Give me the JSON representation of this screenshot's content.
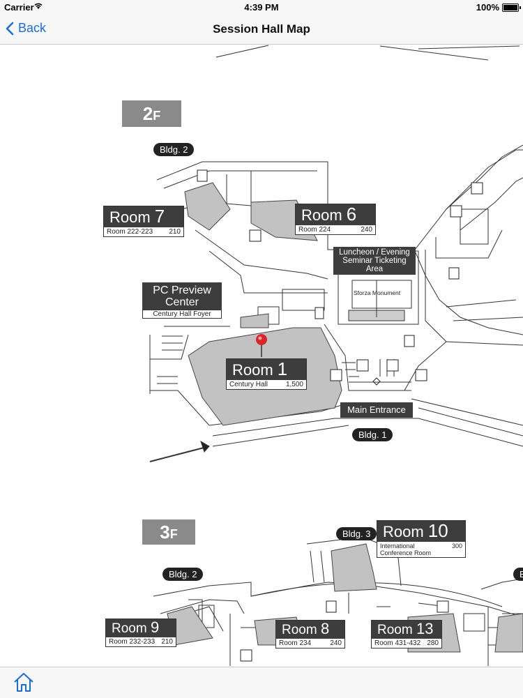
{
  "status": {
    "carrier": "Carrier",
    "time": "4:39 PM",
    "battery": "100%"
  },
  "nav": {
    "back_label": "Back",
    "title": "Session Hall Map"
  },
  "map": {
    "floor2": {
      "badge_main": "2",
      "badge_suffix": "F",
      "bldg2": "Bldg. 2",
      "room7": {
        "name": "Room ",
        "num": "7",
        "sub": "Room 222-223",
        "cap": "210"
      },
      "room6": {
        "name": "Room ",
        "num": "6",
        "sub": "Room 224",
        "cap": "240"
      },
      "luncheon": "Luncheon / Evening Seminar Ticketing Area",
      "sforza": "Sforza Monument",
      "pc_preview": "PC Preview Center",
      "century_foyer": "Century Hall Foyer",
      "room1": {
        "name": "Room ",
        "num": "1",
        "sub": "Century Hall",
        "cap": "1,500"
      },
      "main_entrance": "Main Entrance",
      "bldg1": "Bldg. 1"
    },
    "floor3": {
      "badge_main": "3",
      "badge_suffix": "F",
      "bldg3": "Bldg. 3",
      "bldg2": "Bldg. 2",
      "room10": {
        "name": "Room ",
        "num": "10",
        "sub1": "International",
        "sub2": "Conference Room",
        "cap": "300"
      },
      "room9": {
        "name": "Room ",
        "num": "9",
        "sub": "Room 232-233",
        "cap": "210"
      },
      "room8": {
        "name": "Room ",
        "num": "8",
        "sub": "Room 234",
        "cap": "240"
      },
      "room13": {
        "name": "Room ",
        "num": "13",
        "sub": "Room 431-432",
        "cap": "280"
      },
      "edge_badge": "B"
    }
  },
  "colors": {
    "accent": "#1a6dd6",
    "pin": "#d8262c",
    "room_fill": "#bdbdbd"
  }
}
